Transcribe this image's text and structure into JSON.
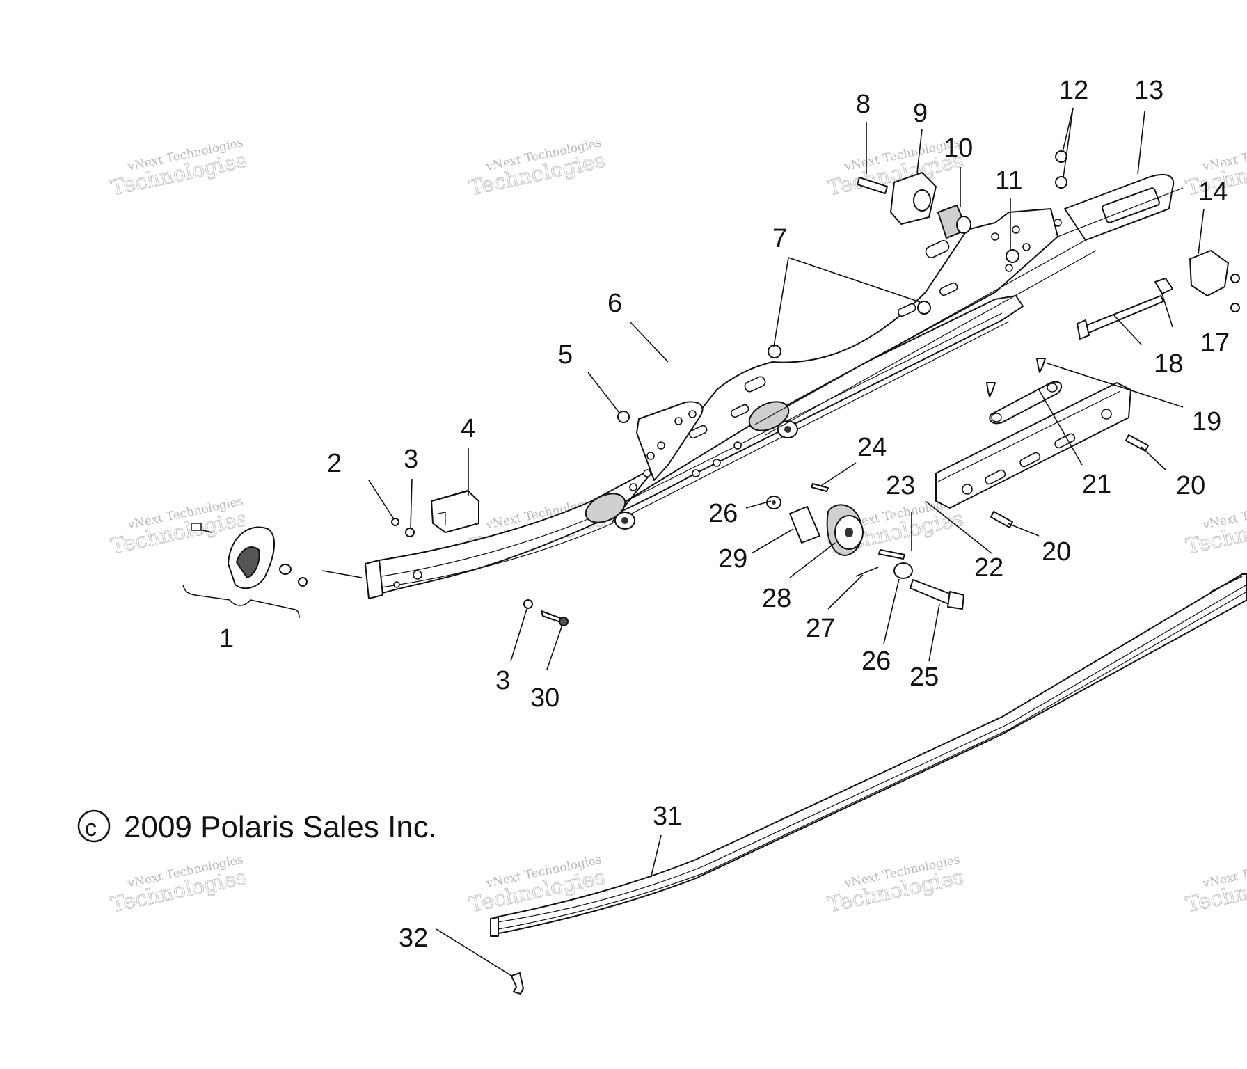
{
  "copyright": {
    "symbol": "c",
    "text": "2009 Polaris Sales Inc."
  },
  "watermark": {
    "line1": "vNext Technologies",
    "line2": "Technologies",
    "line3": "vNext"
  },
  "callouts": [
    "1",
    "2",
    "3",
    "4",
    "5",
    "6",
    "7",
    "8",
    "9",
    "10",
    "11",
    "12",
    "13",
    "14",
    "17",
    "18",
    "19",
    "20",
    "20",
    "21",
    "22",
    "23",
    "24",
    "25",
    "26",
    "26",
    "27",
    "28",
    "29",
    "3",
    "30",
    "31",
    "32"
  ]
}
